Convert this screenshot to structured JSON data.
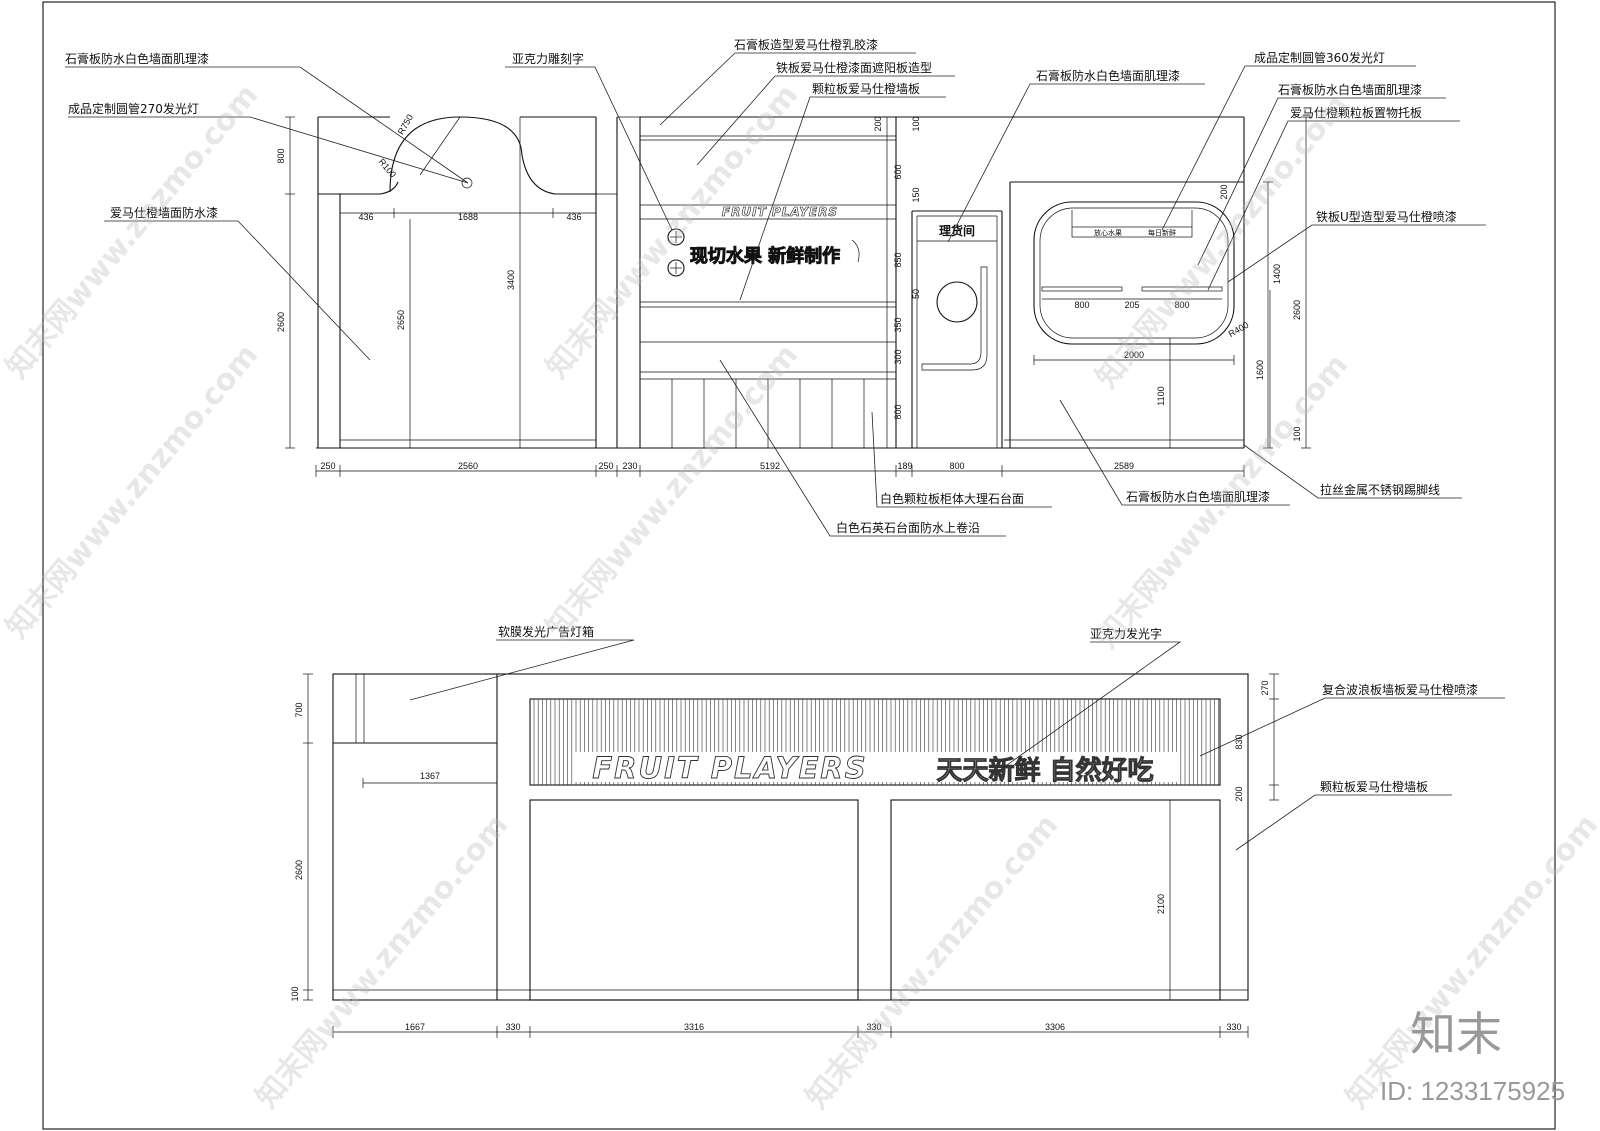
{
  "elevation_top": {
    "labels": {
      "gypsum_waterproof_white_left": "石膏板防水白色墙面肌理漆",
      "round_tube_270": "成品定制圆管270发光灯",
      "hermes_orange_waterproof": "爱马仕橙墙面防水漆",
      "acrylic_carved": "亚克力雕刻字",
      "gypsum_hermes_latex": "石膏板造型爱马仕橙乳胶漆",
      "iron_pipe_shading": "铁板爱马仕橙漆面遮阳板造型",
      "particle_board_wall": "颗粒板爱马仕橙墙板",
      "gypsum_waterproof_white_mid": "石膏板防水白色墙面肌理漆",
      "round_tube_360": "成品定制圆管360发光灯",
      "gypsum_waterproof_white_right": "石膏板防水白色墙面肌理漆",
      "particle_shelf": "爱马仕橙颗粒板置物托板",
      "iron_u_spray": "铁板U型造型爱马仕橙喷漆",
      "marble_counter": "白色颗粒板柜体大理石台面",
      "quartz_counter": "白色石英石台面防水上卷沿",
      "gypsum_waterproof_white_bottom": "石膏板防水白色墙面肌理漆",
      "skirting": "拉丝金属不锈钢踢脚线"
    },
    "sign": {
      "brand": "FRUIT PLAYERS",
      "slogan": "现切水果 新鲜制作",
      "door_label": "理货间",
      "shelf_left": "放心水果",
      "shelf_right": "每日新鲜"
    },
    "dims": {
      "d250a": "250",
      "d2560": "2560",
      "d250b": "250",
      "d230": "230",
      "d5192": "5192",
      "d189": "189",
      "d800": "800",
      "d2589": "2589",
      "d436a": "436",
      "d1688": "1688",
      "d436b": "436",
      "d800v": "800",
      "d2600v": "2600",
      "d2650v": "2650",
      "d3400v": "3400",
      "r750": "R750",
      "r100": "R100",
      "d200a": "200",
      "d100a": "100",
      "d600": "600",
      "d150": "150",
      "d850": "850",
      "d50": "50",
      "d350": "350",
      "d300": "300",
      "d800b": "800",
      "d200b": "200",
      "d1400": "1400",
      "d2600r": "2600",
      "d1600": "1600",
      "d100r": "100",
      "d1100": "1100",
      "d800s1": "800",
      "d205": "205",
      "d800s2": "800",
      "d2000": "2000",
      "r400": "R400"
    }
  },
  "elevation_bottom": {
    "labels": {
      "lightbox": "软膜发光广告灯箱",
      "acrylic_glow": "亚克力发光字",
      "corrugated": "复合波浪板墙板爱马仕橙喷漆",
      "particle_wall": "颗粒板爱马仕橙墙板"
    },
    "sign": {
      "brand": "FRUIT PLAYERS",
      "slogan": "天天新鲜 自然好吃"
    },
    "dims": {
      "d1667": "1667",
      "d330a": "330",
      "d3316": "3316",
      "d330b": "330",
      "d3306": "3306",
      "d330c": "330",
      "d1367": "1367",
      "d700v": "700",
      "d2600v": "2600",
      "d100v": "100",
      "d270": "270",
      "d830": "830",
      "d200": "200",
      "d2100": "2100"
    }
  },
  "watermarks": {
    "text": "知末网www.znzmo.com",
    "logo": "知末",
    "id": "ID: 1233175925"
  }
}
